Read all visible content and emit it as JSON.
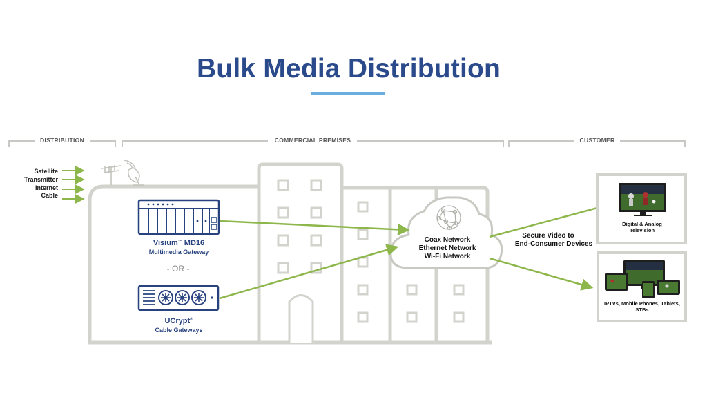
{
  "title": "Bulk Media Distribution",
  "colors": {
    "title": "#2b4a8b",
    "accent_line": "#6aaee0",
    "arrow": "#8db64b",
    "device": "#27427e",
    "building": "#d3d3cd"
  },
  "sections": {
    "distribution": "DISTRIBUTION",
    "commercial": "COMMERCIAL PREMISES",
    "customer": "CUSTOMER"
  },
  "sources": [
    "Satellite",
    "Transmitter",
    "Internet",
    "Cable"
  ],
  "gateway1": {
    "name": "Visium",
    "tm": "™",
    "model": " MD16",
    "subtitle": "Multimedia Gateway"
  },
  "or_text": "- OR -",
  "gateway2": {
    "name": "UCrypt",
    "tm": "®",
    "subtitle": "Cable Gateways"
  },
  "cloud": {
    "lines": [
      "Coax Network",
      "Ethernet Network",
      "Wi-Fi Network"
    ],
    "icon": "network-globe-icon"
  },
  "secure_video": {
    "line1": "Secure Video to",
    "line2": "End-Consumer Devices"
  },
  "customer_cards": [
    {
      "label_lines": [
        "Digital & Analog",
        "Television"
      ],
      "icon": "tv-icon"
    },
    {
      "label_lines": [
        "IPTVs, Mobile Phones, Tablets,",
        "STBs"
      ],
      "icon": "devices-icon"
    }
  ]
}
